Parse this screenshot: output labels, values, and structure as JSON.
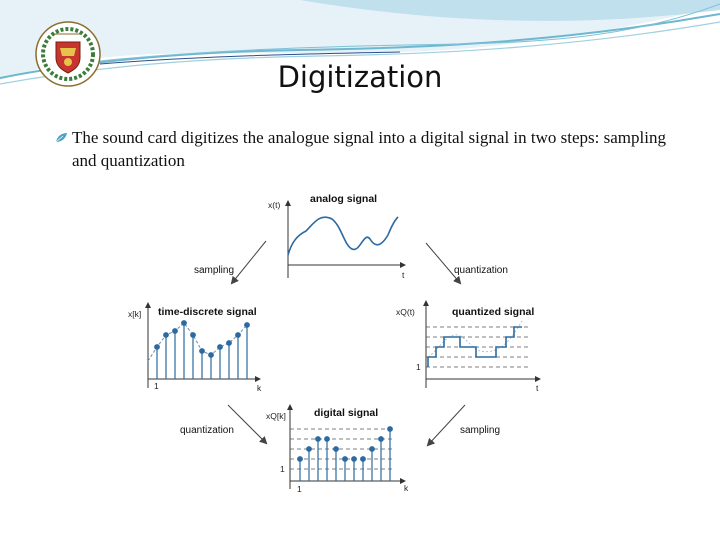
{
  "slide": {
    "title": "Digitization",
    "bullet": "The sound card digitizes the analogue signal into a digital signal in two steps: sampling and quantization"
  },
  "diagram": {
    "analog": {
      "title": "analog signal",
      "y_axis": "x(t)",
      "x_axis": "t"
    },
    "discrete": {
      "title": "time-discrete signal",
      "y_axis": "x[k]",
      "x_axis": "k",
      "tick": "1"
    },
    "quantized": {
      "title": "quantized signal",
      "y_axis": "xQ(t)",
      "x_axis": "t",
      "tick": "1"
    },
    "digital": {
      "title": "digital signal",
      "y_axis": "xQ[k]",
      "x_axis": "k",
      "tick_x": "1",
      "tick_y": "1"
    },
    "arrows": {
      "top_left": "sampling",
      "top_right": "quantization",
      "bottom_left": "quantization",
      "bottom_right": "sampling"
    }
  },
  "colors": {
    "accent_wave": "#6fb7cf",
    "signal_line": "#2c6aa0",
    "dashed": "#555555",
    "arrow": "#444444"
  },
  "icons": {
    "logo": "university-crest-icon",
    "bullet": "bullet-leaf-icon"
  }
}
